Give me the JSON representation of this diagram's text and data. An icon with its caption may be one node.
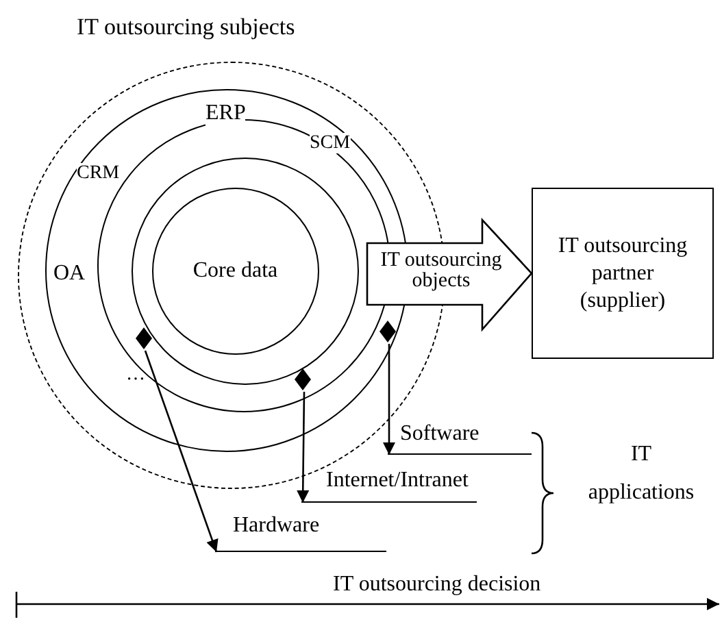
{
  "diagram": {
    "nodes": [
      {
        "text": [
          "IT outsourcing subjects"
        ]
      },
      {
        "text": [],
        "shape": "circle",
        "in": 0
      },
      {
        "text": [],
        "shape": "circle",
        "in": 1
      },
      {
        "text": [],
        "shape": "circle",
        "in": 2
      },
      {
        "text": [
          "Core data"
        ],
        "in": 3
      },
      {
        "text": [],
        "shape": "diamond",
        "in": 3
      },
      {
        "text": [],
        "shape": "diamond",
        "in": 1
      },
      {
        "text": [],
        "shape": "diamond",
        "in": 2
      },
      {
        "text": [
          "IT outsourcing partner (supplier)"
        ]
      },
      {
        "text": [
          "Software"
        ]
      },
      {
        "text": [
          "Internet/Intranet"
        ]
      },
      {
        "text": [
          "Hardware"
        ]
      }
    ],
    "edges": [
      {
        "from": 3,
        "to": 8,
        "arrow": "to",
        "label": "IT outsourcing objects",
        "style": "thick"
      },
      {
        "from": 5,
        "to": 11,
        "arrow": "to"
      },
      {
        "from": 6,
        "to": 9,
        "arrow": "to"
      },
      {
        "from": 7,
        "to": 10,
        "arrow": "to"
      }
    ],
    "labels": [
      "ERP",
      "SCM",
      "CRM",
      "OA",
      "…",
      "IT applications",
      "IT outsourcing decision"
    ]
  }
}
